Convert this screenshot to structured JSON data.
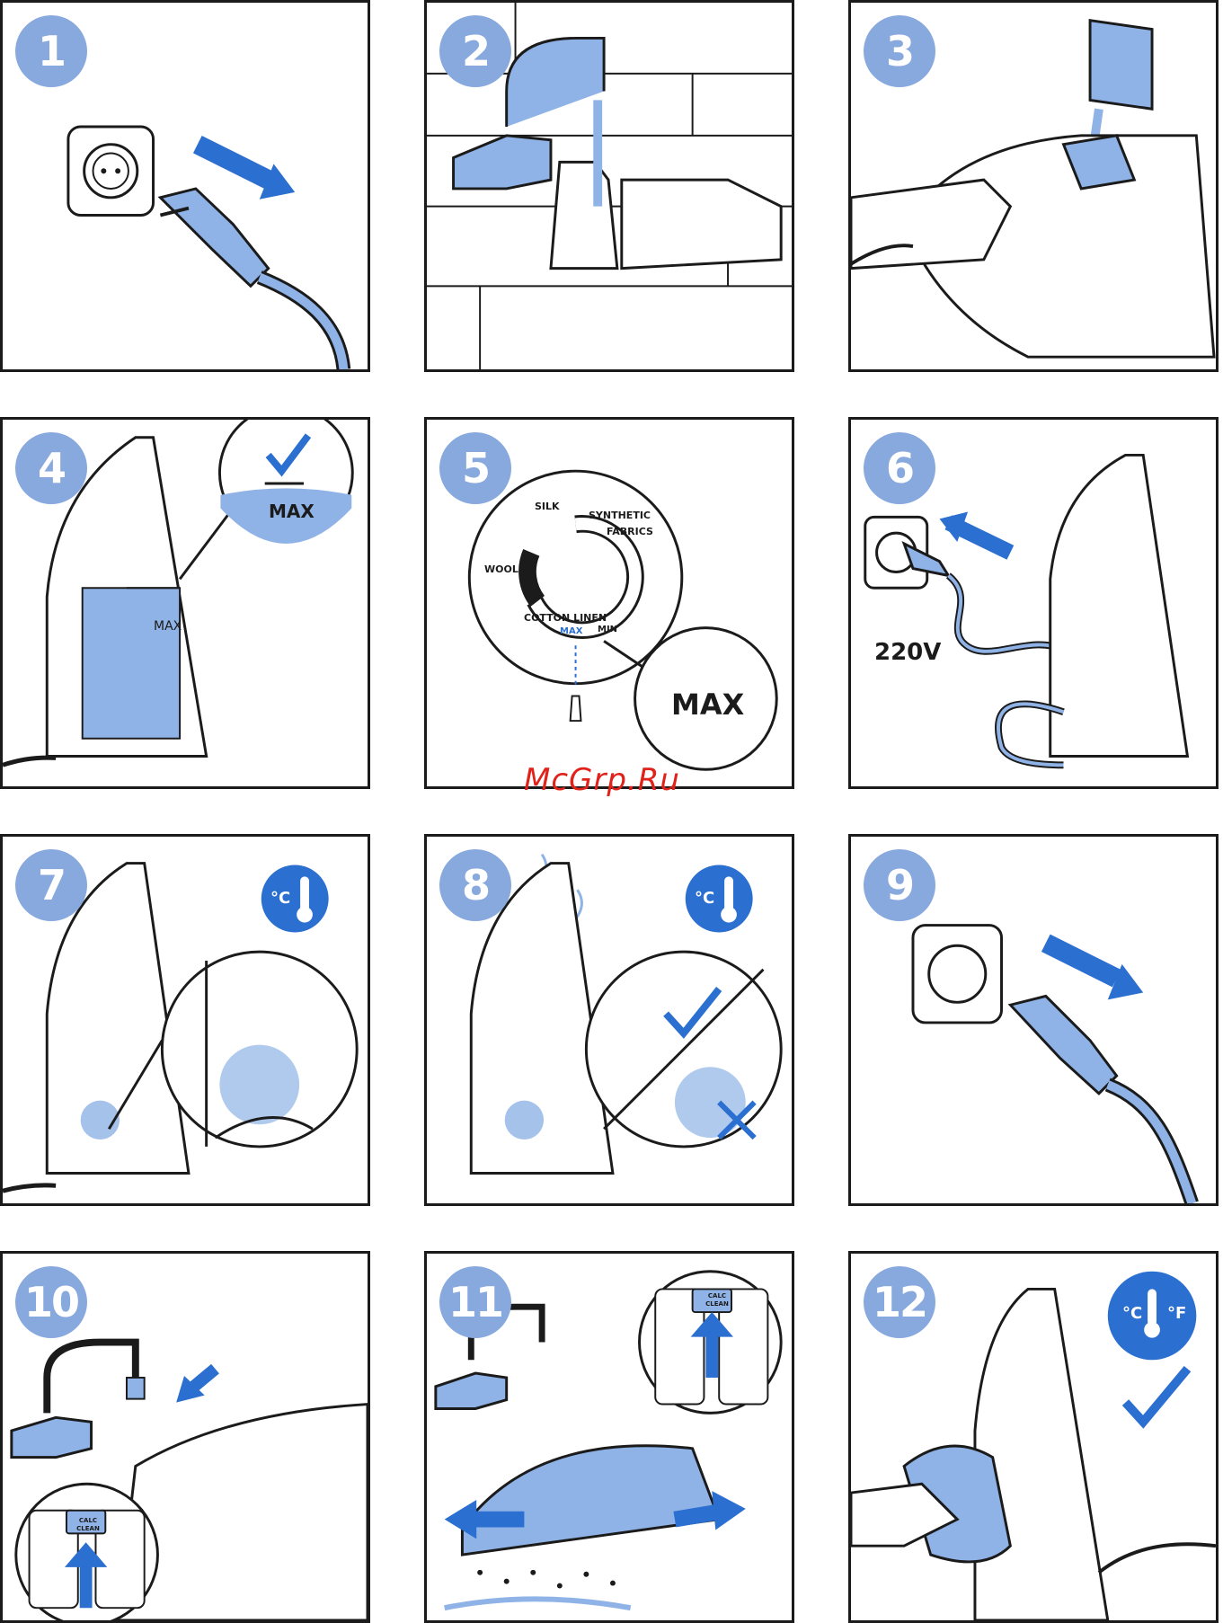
{
  "colors": {
    "outline": "#1b1b1b",
    "badge": "#88a9dd",
    "accent_blue": "#2b6fd0",
    "light_blue": "#8fb3e6",
    "watermark_red": "#e0221a"
  },
  "steps": [
    {
      "number": "1"
    },
    {
      "number": "2"
    },
    {
      "number": "3"
    },
    {
      "number": "4",
      "level_label": "MAX",
      "callout_label": "MAX"
    },
    {
      "number": "5",
      "dial": {
        "silk": "SILK",
        "synthetic": "SYNTHETIC",
        "fabrics": "FABRICS",
        "wool": "WOOL",
        "cotton_linen": "COTTON LINEN",
        "max": "MAX",
        "min": "MIN"
      },
      "callout_label": "MAX"
    },
    {
      "number": "6",
      "voltage": "220V"
    },
    {
      "number": "7",
      "temp_unit": "°C"
    },
    {
      "number": "8",
      "temp_unit": "°C"
    },
    {
      "number": "9"
    },
    {
      "number": "10",
      "button_label_1": "CALC",
      "button_label_2": "CLEAN"
    },
    {
      "number": "11",
      "button_label_1": "CALC",
      "button_label_2": "CLEAN"
    },
    {
      "number": "12",
      "temp_unit_c": "°C",
      "temp_unit_f": "°F"
    }
  ],
  "watermark": "McGrp.Ru"
}
